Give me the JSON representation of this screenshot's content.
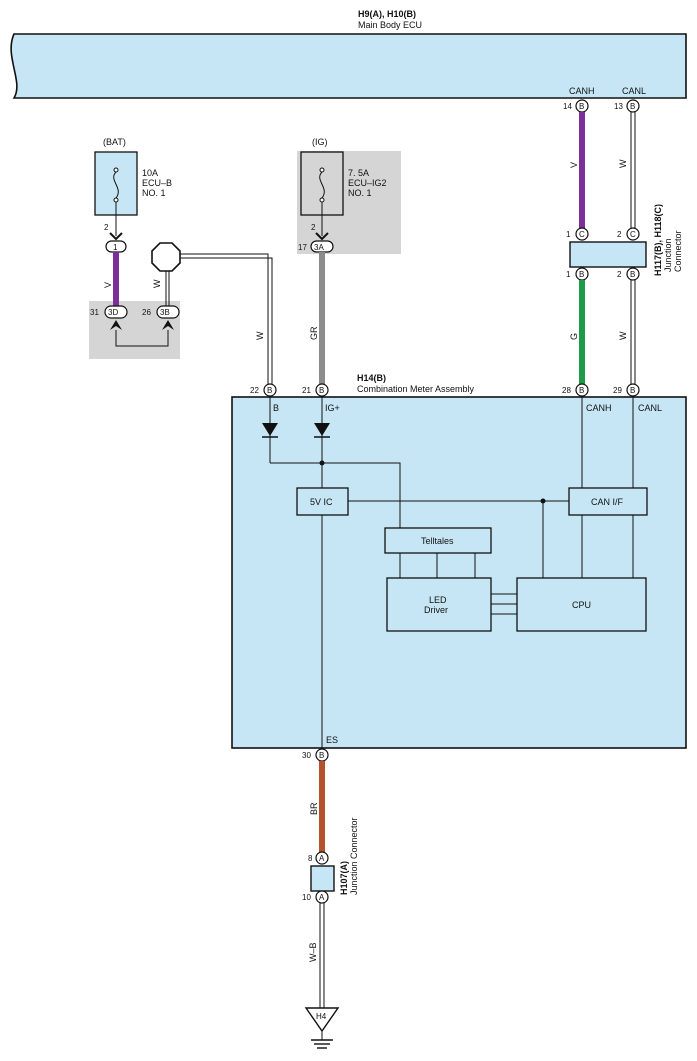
{
  "ecu": {
    "ref": "H9(A), H10(B)",
    "name": "Main Body ECU",
    "pin_canh": "CANH",
    "pin_canl": "CANL",
    "pin14": "14",
    "pin13": "13",
    "conn": "B"
  },
  "fuse_bat": {
    "supply": "(BAT)",
    "rating": "10A",
    "name1": "ECU–B",
    "name2": "NO. 1",
    "pin": "2",
    "conn_top": "1"
  },
  "fuse_ig": {
    "supply": "(IG)",
    "rating": "7. 5A",
    "name1": "ECU–IG2",
    "name2": "NO. 1",
    "pin": "2",
    "pin_num": "17",
    "conn": "3A"
  },
  "junction_bat": {
    "pin31": "31",
    "conn31": "3D",
    "pin26": "26",
    "conn26": "3B"
  },
  "junction_can": {
    "ref": "H117(B), H118(C)",
    "name1": "Junction",
    "name2": "Connector",
    "pin1": "1",
    "pin2": "2",
    "c": "C",
    "b": "B"
  },
  "meter": {
    "ref": "H14(B)",
    "name": "Combination Meter Assembly",
    "pin22": "22",
    "pin21": "21",
    "pin28": "28",
    "pin29": "29",
    "pin30": "30",
    "conn": "B",
    "sig_b": "B",
    "sig_ig": "IG+",
    "sig_canh": "CANH",
    "sig_canl": "CANL",
    "sig_es": "ES",
    "block_5v": "5V IC",
    "block_can": "CAN I/F",
    "block_telltales": "Telltales",
    "block_led1": "LED",
    "block_led2": "Driver",
    "block_cpu": "CPU"
  },
  "wires": {
    "v1": "V",
    "w1": "W",
    "gr": "GR",
    "v2": "V",
    "w2": "W",
    "g": "G",
    "w3": "W",
    "br": "BR",
    "wb": "W–B"
  },
  "junction_gnd": {
    "ref": "H107(A)",
    "name": "Junction Connector",
    "pin8": "8",
    "pin10": "10",
    "conn": "A"
  },
  "ground": {
    "label": "H4"
  },
  "colors": {
    "violet": "#7a2f9a",
    "gray": "#8c8c8c",
    "green": "#1e9a4a",
    "brown": "#b5522e",
    "box": "#c6e6f5",
    "shield": "#d5d5d5"
  }
}
